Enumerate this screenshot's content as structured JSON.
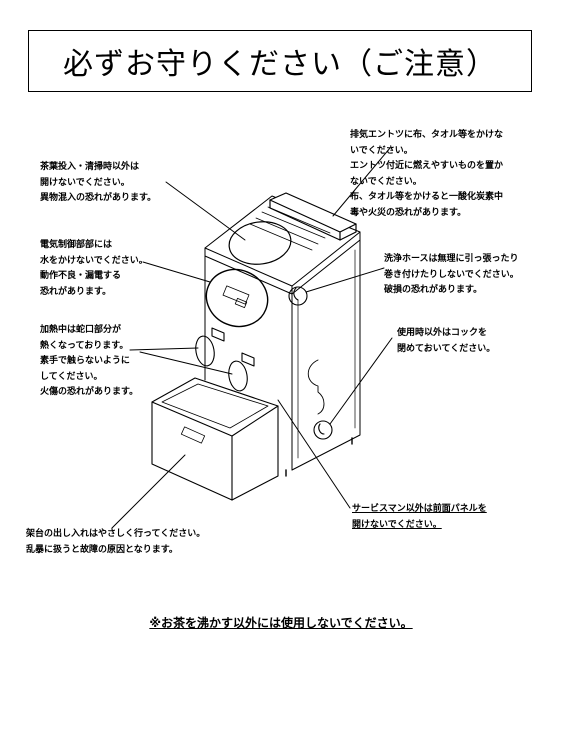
{
  "title": "必ずお守りください（ご注意）",
  "notes": {
    "tea_leaves": [
      "茶葉投入・清掃時以外は",
      "開けないでください。",
      "異物混入の恐れがあります。"
    ],
    "control": [
      "電気制御部部には",
      "水をかけないでください。",
      "動作不良・漏電する",
      "恐れがあります。"
    ],
    "heating": [
      "加熱中は蛇口部分が",
      "熱くなっております。",
      "素手で触らないように",
      "してください。",
      "火傷の恐れがあります。"
    ],
    "exhaust": [
      "排気エントツに布、タオル等をかけな",
      "いでください。",
      "エントツ付近に燃えやすいものを置か",
      "ないでください。",
      "布、タオル等をかけると一酸化炭素中",
      "毒や火災の恐れがあります。"
    ],
    "hose": [
      "洗浄ホースは無理に引っ張ったり",
      "巻き付けたりしないでください。",
      "破損の恐れがあります。"
    ],
    "cock": [
      "使用時以外はコックを",
      "閉めておいてください。"
    ],
    "service": [
      "サービスマン以外は前面パネルを",
      "開けないでください。"
    ],
    "stand": [
      "架台の出し入れはやさしく行ってください。",
      "乱暴に扱うと故障の原因となります。"
    ]
  },
  "footer": "※お茶を沸かす以外には使用しないでください。"
}
